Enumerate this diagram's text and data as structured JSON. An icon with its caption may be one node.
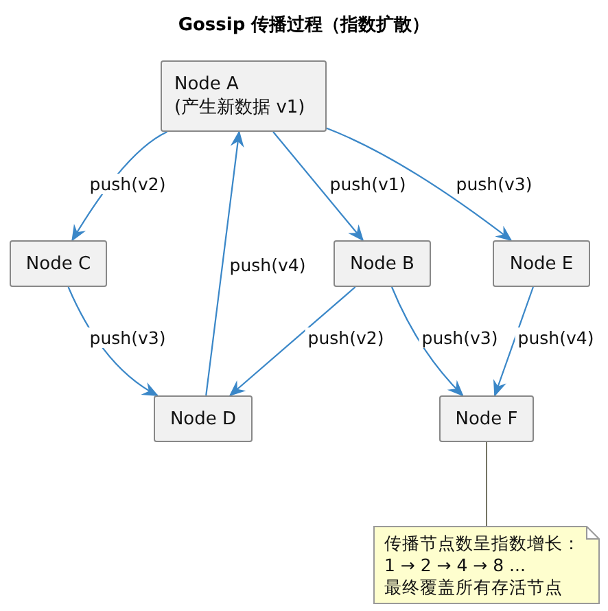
{
  "diagram": {
    "title": "Gossip 传播过程（指数扩散）",
    "nodes": [
      {
        "text": [
          "Node A",
          "(产生新数据 v1)"
        ]
      },
      {
        "text": [
          "Node C"
        ]
      },
      {
        "text": [
          "Node B"
        ]
      },
      {
        "text": [
          "Node E"
        ]
      },
      {
        "text": [
          "Node D"
        ]
      },
      {
        "text": [
          "Node F"
        ]
      },
      {
        "text": [
          "传播节点数呈指数增长： 1 → 2 → 4 → 8 ... 最终覆盖所有存活节点"
        ]
      }
    ],
    "edges": [
      {
        "from": 0,
        "to": 1,
        "arrow": "to",
        "label": "push(v2)"
      },
      {
        "from": 0,
        "to": 2,
        "arrow": "to",
        "label": "push(v1)"
      },
      {
        "from": 0,
        "to": 3,
        "arrow": "to",
        "label": "push(v3)"
      },
      {
        "from": 4,
        "to": 0,
        "arrow": "to",
        "label": "push(v4)"
      },
      {
        "from": 1,
        "to": 4,
        "arrow": "to",
        "label": "push(v3)"
      },
      {
        "from": 2,
        "to": 4,
        "arrow": "to",
        "label": "push(v2)"
      },
      {
        "from": 2,
        "to": 5,
        "arrow": "to",
        "label": "push(v3)"
      },
      {
        "from": 3,
        "to": 5,
        "arrow": "to",
        "label": "push(v4)"
      },
      {
        "from": 6,
        "to": 5,
        "arrow": "none",
        "color": "#666655"
      }
    ]
  }
}
